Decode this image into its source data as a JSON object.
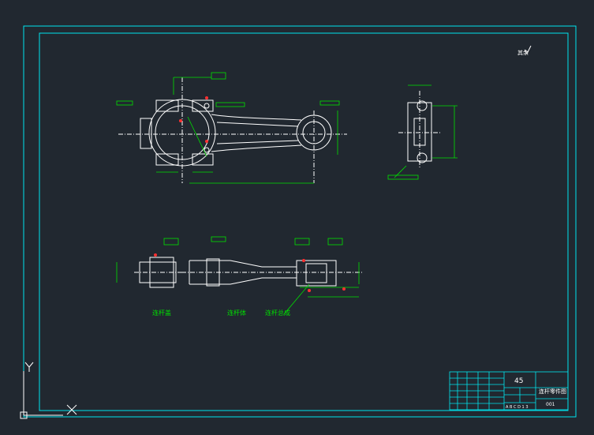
{
  "drawing": {
    "roughness_symbol": "其余",
    "views": {
      "cap_label": "连杆盖",
      "body_label": "连杆体",
      "assembly_label": "连杆总成"
    },
    "title_block": {
      "material": "45",
      "part_name": "连杆零件图",
      "drawing_number": "001",
      "scale_row": "A B C D 1 3"
    }
  },
  "colors": {
    "background": "#212830",
    "frame": "#00e5ee",
    "outline": "#ffffff",
    "dimension": "#00e000",
    "marker": "#ff3030"
  },
  "ucs": {
    "x_axis": "X",
    "y_axis": "Y"
  }
}
